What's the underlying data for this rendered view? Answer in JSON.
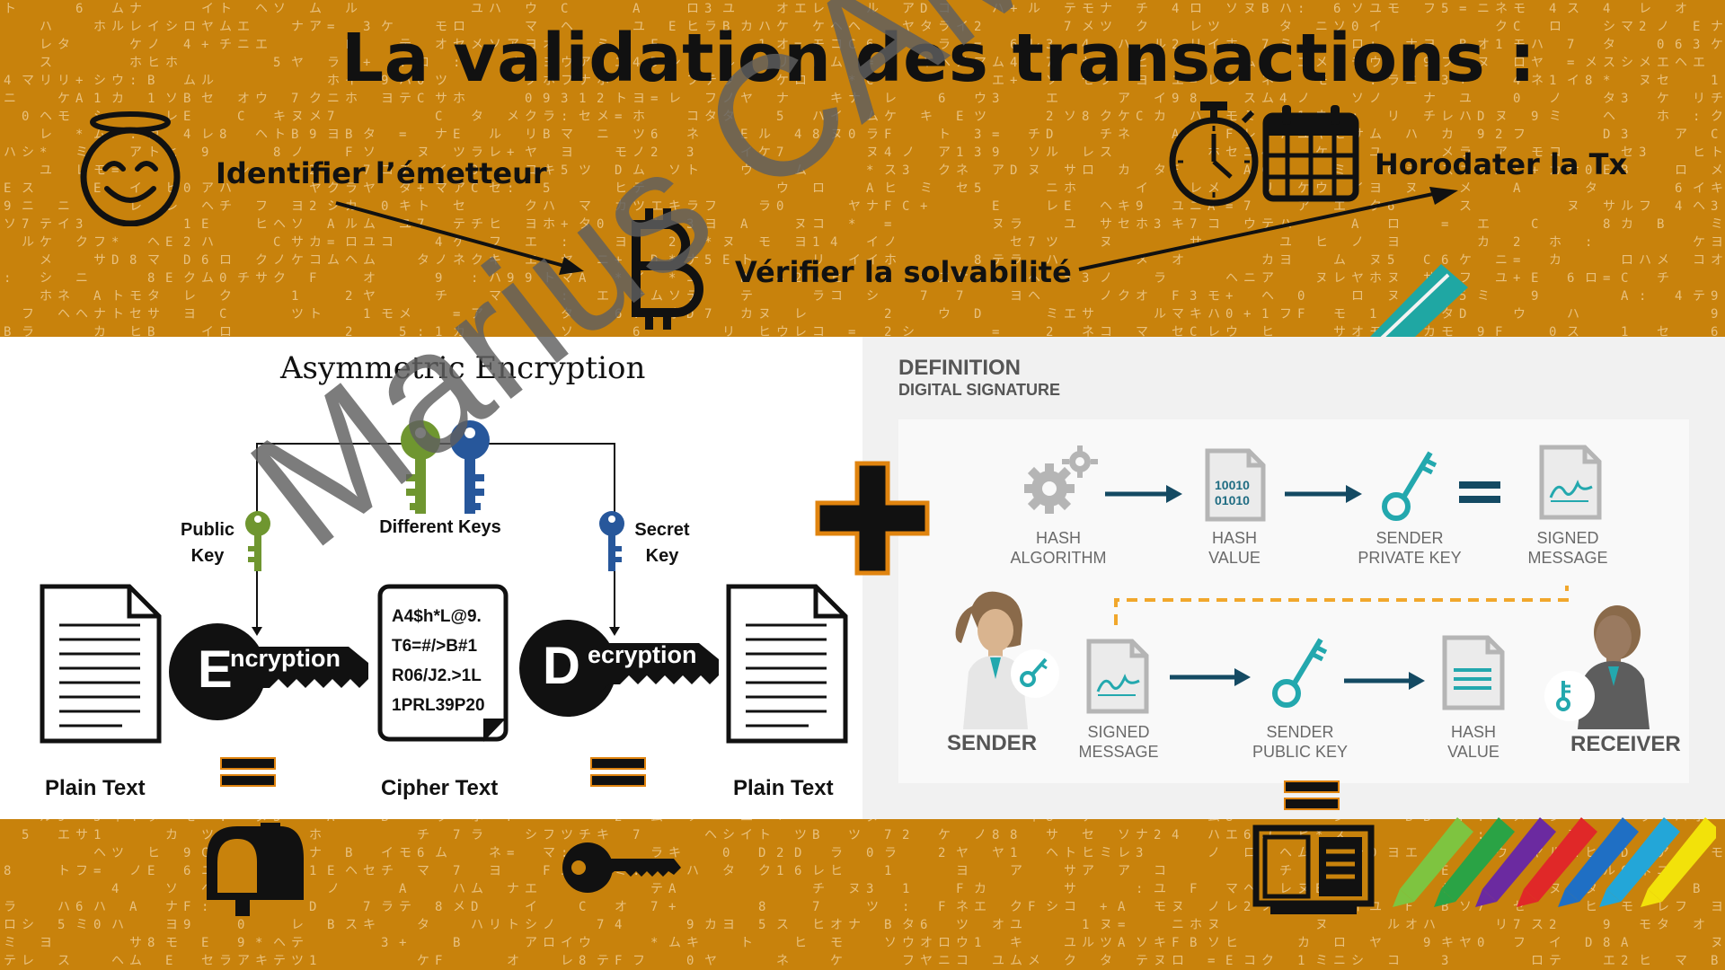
{
  "title": "La validation des transactions :",
  "steps": {
    "identify": "Identifier l’émetteur",
    "verify": "Vérifier la solvabilité",
    "timestamp": "Horodater la Tx"
  },
  "asymmetric": {
    "title": "Asymmetric  Encryption",
    "public_key": "Public\nKey",
    "different_keys": "Different Keys",
    "secret_key": "Secret\nKey",
    "encryption_initial": "E",
    "encryption_rest": "ncryption",
    "decryption_initial": "D",
    "decryption_rest": "ecryption",
    "cipher_lines": [
      "A4$h*L@9.",
      "T6=#/>B#1",
      "R06/J2.>1L",
      "1PRL39P20"
    ],
    "plain_text_left": "Plain Text",
    "cipher_text": "Cipher Text",
    "plain_text_right": "Plain Text"
  },
  "signature": {
    "definition": "DEFINITION",
    "subtitle": "DIGITAL SIGNATURE",
    "hash_bits": [
      "10010",
      "01010"
    ],
    "top_row": [
      "HASH\nALGORITHM",
      "HASH\nVALUE",
      "SENDER\nPRIVATE KEY",
      "SIGNED\nMESSAGE"
    ],
    "bottom_row": [
      "SIGNED\nMESSAGE",
      "SENDER\nPUBLIC KEY",
      "HASH\nVALUE"
    ],
    "sender": "SENDER",
    "receiver": "RECEIVER"
  },
  "watermark": "Marius CAMPOS",
  "icons": [
    "smiley-halo-icon",
    "bitcoin-icon",
    "stopwatch-icon",
    "calendar-icon",
    "pencil-icon",
    "mailbox-icon",
    "key-icon",
    "open-book-icon",
    "colored-pencils-icon",
    "gear-icon",
    "document-icon",
    "person-icon"
  ],
  "colors": {
    "background": "#c8820c",
    "key_green": "#6f9630",
    "key_blue": "#27579b",
    "teal": "#23a8ae",
    "navy": "#144a63",
    "dash_orange": "#f1a72c",
    "pencil_teal": "#1fa7a3"
  }
}
